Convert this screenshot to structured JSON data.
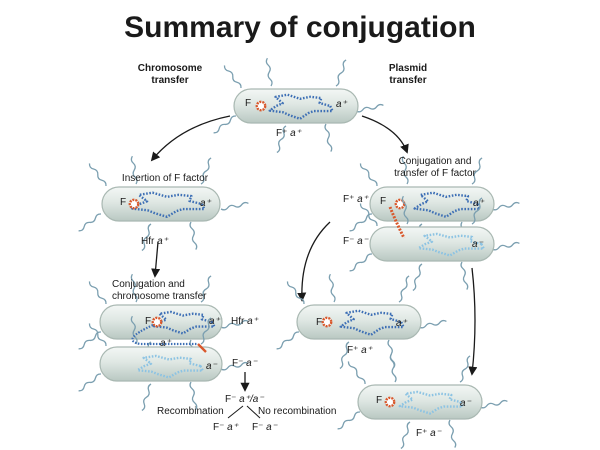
{
  "title": "Summary of conjugation",
  "branch_left": {
    "line1": "Chromosome",
    "line2": "transfer"
  },
  "branch_right": {
    "line1": "Plasmid",
    "line2": "transfer"
  },
  "gene_plus": "a⁺",
  "gene_minus": "a⁻",
  "f_label": "F",
  "top_cell": {
    "label_f": "F⁺",
    "label_gene": "a⁺"
  },
  "insertion": {
    "caption": "Insertion of F factor",
    "label_hfr": "Hfr",
    "label_gene": "a⁺"
  },
  "chrom_transfer": {
    "caption_line1": "Conjugation and",
    "caption_line2": "chromosome transfer",
    "donor_hfr": "Hfr",
    "donor_gene": "a⁺",
    "recipient_f": "F⁻",
    "recipient_gene": "a⁻",
    "transferred_gene": "a⁺"
  },
  "outcome": {
    "merozygote_f": "F⁻",
    "merozygote_gene": "a⁺/a⁻",
    "recombination": "Recombination",
    "no_recombination": "No recombination",
    "result_left_f": "F⁻",
    "result_left_gene": "a⁺",
    "result_right_f": "F⁻",
    "result_right_gene": "a⁻"
  },
  "plasmid_transfer": {
    "caption_line1": "Conjugation and",
    "caption_line2": "transfer of F factor",
    "donor_f": "F⁺",
    "donor_gene": "a⁺",
    "recipient_f": "F⁻",
    "recipient_gene": "a⁻"
  },
  "result_donor": {
    "label_f": "F⁺",
    "label_gene": "a⁺"
  },
  "result_recipient": {
    "label_f": "F⁺",
    "label_gene": "a⁻"
  },
  "colors": {
    "cell_fill": "#dfe7e3",
    "cell_edge": "#a9b8b2",
    "dna_donor": "#3d6fb5",
    "dna_recipient": "#8cc3e3",
    "plasmid": "#d9582c",
    "arrow": "#1a1a1a"
  }
}
